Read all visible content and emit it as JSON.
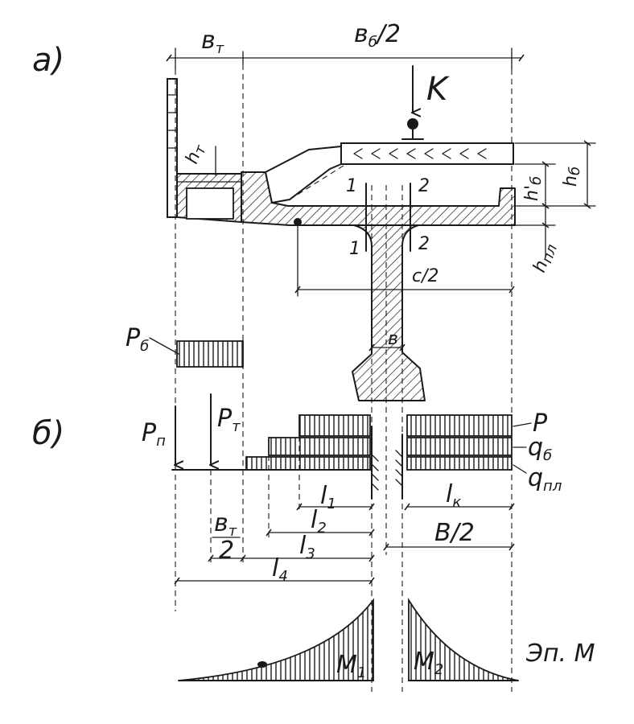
{
  "labels": {
    "part_a": "а)",
    "part_b": "б)",
    "b_t": "в",
    "b_t_sub": "т",
    "b_b_half": "в",
    "b_b_half_sub": "б",
    "b_b_half_tail": "/2",
    "K": "K",
    "h_t": "h",
    "h_t_sub": "т",
    "h_b_prime": "h'",
    "h_b_prime_sub": "б",
    "h_b": "h",
    "h_b_sub": "б",
    "h_pl": "h",
    "h_pl_sub": "пл",
    "sec1_top": "1",
    "sec1_bot": "1",
    "sec2_top": "2",
    "sec2_bot": "2",
    "c_half": "с/2",
    "b_web": "в",
    "P_b": "P",
    "P_b_sub": "б",
    "P_p": "P",
    "P_p_sub": "п",
    "P_t": "P",
    "P_t_sub": "т",
    "P_load": "P",
    "q_b": "q",
    "q_b_sub": "б",
    "q_pl": "q",
    "q_pl_sub": "пл",
    "l1": "l",
    "l1_sub": "1",
    "l2": "l",
    "l2_sub": "2",
    "l3": "l",
    "l3_sub": "3",
    "l4": "l",
    "l4_sub": "4",
    "lk": "l",
    "lk_sub": "к",
    "B_half": "B/2",
    "bt_frac_num": "в",
    "bt_frac_num_sub": "т",
    "bt_frac_den": "2",
    "M1": "M",
    "M1_sub": "1",
    "M2": "M",
    "M2_sub": "2",
    "ep_M": "Эп. M"
  }
}
